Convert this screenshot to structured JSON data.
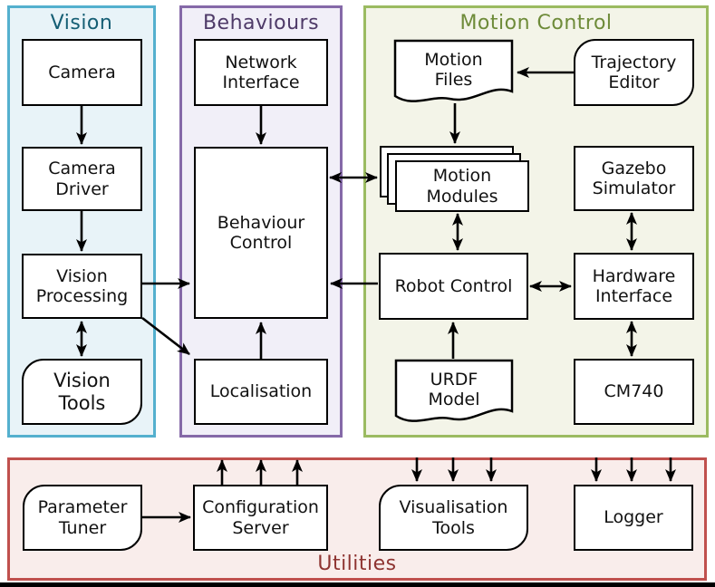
{
  "sections": {
    "vision": {
      "title": "Vision",
      "border": "#54b0ce",
      "fill": "#e8f3f8",
      "title_color": "#155e74"
    },
    "behaviours": {
      "title": "Behaviours",
      "border": "#8569a8",
      "fill": "#f1eff8",
      "title_color": "#4e3a68"
    },
    "motion": {
      "title": "Motion Control",
      "border": "#9bbb61",
      "fill": "#f3f4e8",
      "title_color": "#6e8b39"
    },
    "utilities": {
      "title": "Utilities",
      "border": "#c0504d",
      "fill": "#f9edeb",
      "title_color": "#8e3431"
    }
  },
  "nodes": {
    "camera": {
      "label": "Camera"
    },
    "camera_driver": {
      "label": "Camera\nDriver"
    },
    "vision_processing": {
      "label": "Vision\nProcessing"
    },
    "vision_tools": {
      "label": "Vision\nTools"
    },
    "network_interface": {
      "label": "Network\nInterface"
    },
    "behaviour_control": {
      "label": "Behaviour\nControl"
    },
    "localisation": {
      "label": "Localisation"
    },
    "motion_files": {
      "label": "Motion\nFiles"
    },
    "motion_modules": {
      "label": "Motion\nModules"
    },
    "robot_control": {
      "label": "Robot Control"
    },
    "urdf_model": {
      "label": "URDF\nModel"
    },
    "trajectory_editor": {
      "label": "Trajectory\nEditor"
    },
    "gazebo_simulator": {
      "label": "Gazebo\nSimulator"
    },
    "hardware_interface": {
      "label": "Hardware\nInterface"
    },
    "cm740": {
      "label": "CM740"
    },
    "parameter_tuner": {
      "label": "Parameter\nTuner"
    },
    "configuration_server": {
      "label": "Configuration\nServer"
    },
    "visualisation_tools": {
      "label": "Visualisation\nTools"
    },
    "logger": {
      "label": "Logger"
    }
  },
  "node_style": {
    "fill": "#ffffff",
    "border": "#000000"
  },
  "arrow_color": "#000000"
}
